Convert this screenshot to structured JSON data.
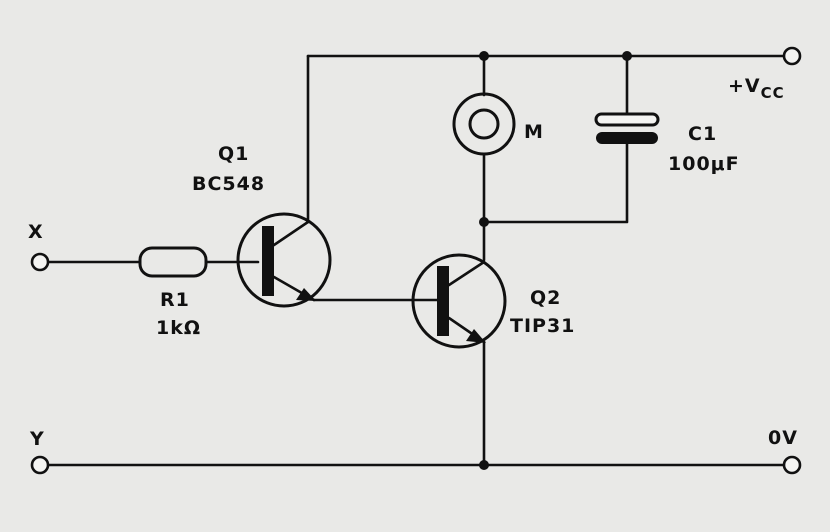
{
  "diagram": {
    "q1": {
      "ref": "Q1",
      "part": "BC548"
    },
    "q2": {
      "ref": "Q2",
      "part": "TIP31"
    },
    "r1": {
      "ref": "R1",
      "value": "1kΩ"
    },
    "c1": {
      "ref": "C1",
      "value": "100μF"
    },
    "motor": {
      "ref": "M"
    },
    "supply": {
      "label": "+V",
      "subscript": "CC"
    },
    "ground": {
      "label": "0V"
    },
    "input_x": {
      "label": "X"
    },
    "input_y": {
      "label": "Y"
    }
  },
  "colors": {
    "ink": "#111111",
    "paper": "#e9e9e7"
  }
}
